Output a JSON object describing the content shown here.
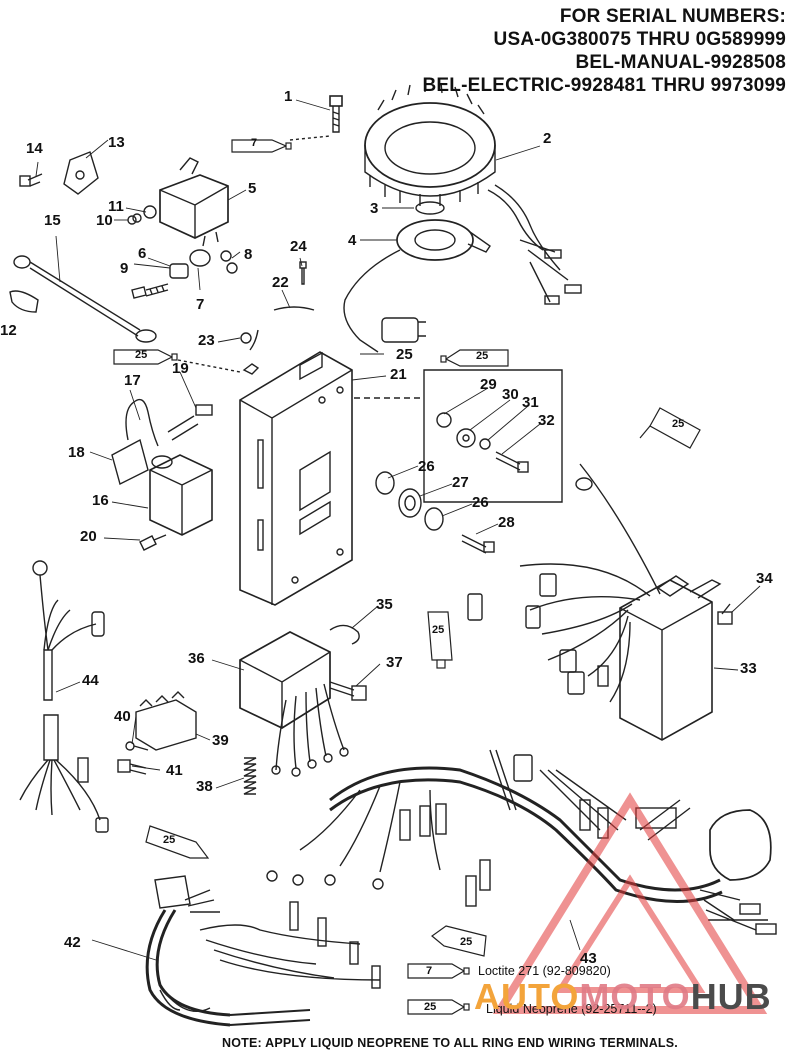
{
  "header": {
    "line1": "FOR SERIAL NUMBERS:",
    "line2": "USA-0G380075 THRU 0G589999",
    "line3": "BEL-MANUAL-9928508",
    "line4": "BEL-ELECTRIC-9928481 THRU 9973099"
  },
  "callouts": {
    "n1": "1",
    "n2": "2",
    "n3": "3",
    "n4": "4",
    "n5": "5",
    "n6": "6",
    "n7": "7",
    "n8": "8",
    "n9": "9",
    "n10": "10",
    "n11": "11",
    "n12": "12",
    "n13": "13",
    "n14": "14",
    "n15": "15",
    "n16": "16",
    "n17": "17",
    "n18": "18",
    "n19": "19",
    "n20": "20",
    "n21": "21",
    "n22": "22",
    "n23": "23",
    "n24": "24",
    "n25a": "25",
    "n26a": "26",
    "n26b": "26",
    "n27": "27",
    "n28": "28",
    "n29": "29",
    "n30": "30",
    "n31": "31",
    "n32": "32",
    "n33": "33",
    "n34": "34",
    "n35": "35",
    "n36": "36",
    "n37": "37",
    "n38": "38",
    "n39": "39",
    "n40": "40",
    "n41": "41",
    "n42": "42",
    "n43": "43",
    "n44": "44"
  },
  "tubes": {
    "t7_top": "7",
    "t25_left": "25",
    "t25_mid": "25",
    "t25_right": "25",
    "t25_33": "25",
    "t25_harness": "25",
    "t25_bottom": "25",
    "t7_legend": "7",
    "t25_legend": "25"
  },
  "legend": {
    "loctite": "Loctite 271 (92-809820)",
    "neoprene": "Liquid Neoprene (92-25711--2)"
  },
  "note": "NOTE: APPLY LIQUID NEOPRENE TO ALL RING END WIRING TERMINALS.",
  "watermark": {
    "part1": "AUTO",
    "part2": "MOTO",
    "part3": "HUB"
  },
  "colors": {
    "line": "#222222",
    "watermark_triangle": "#e23a3a",
    "watermark_orange": "#f3a43b"
  }
}
